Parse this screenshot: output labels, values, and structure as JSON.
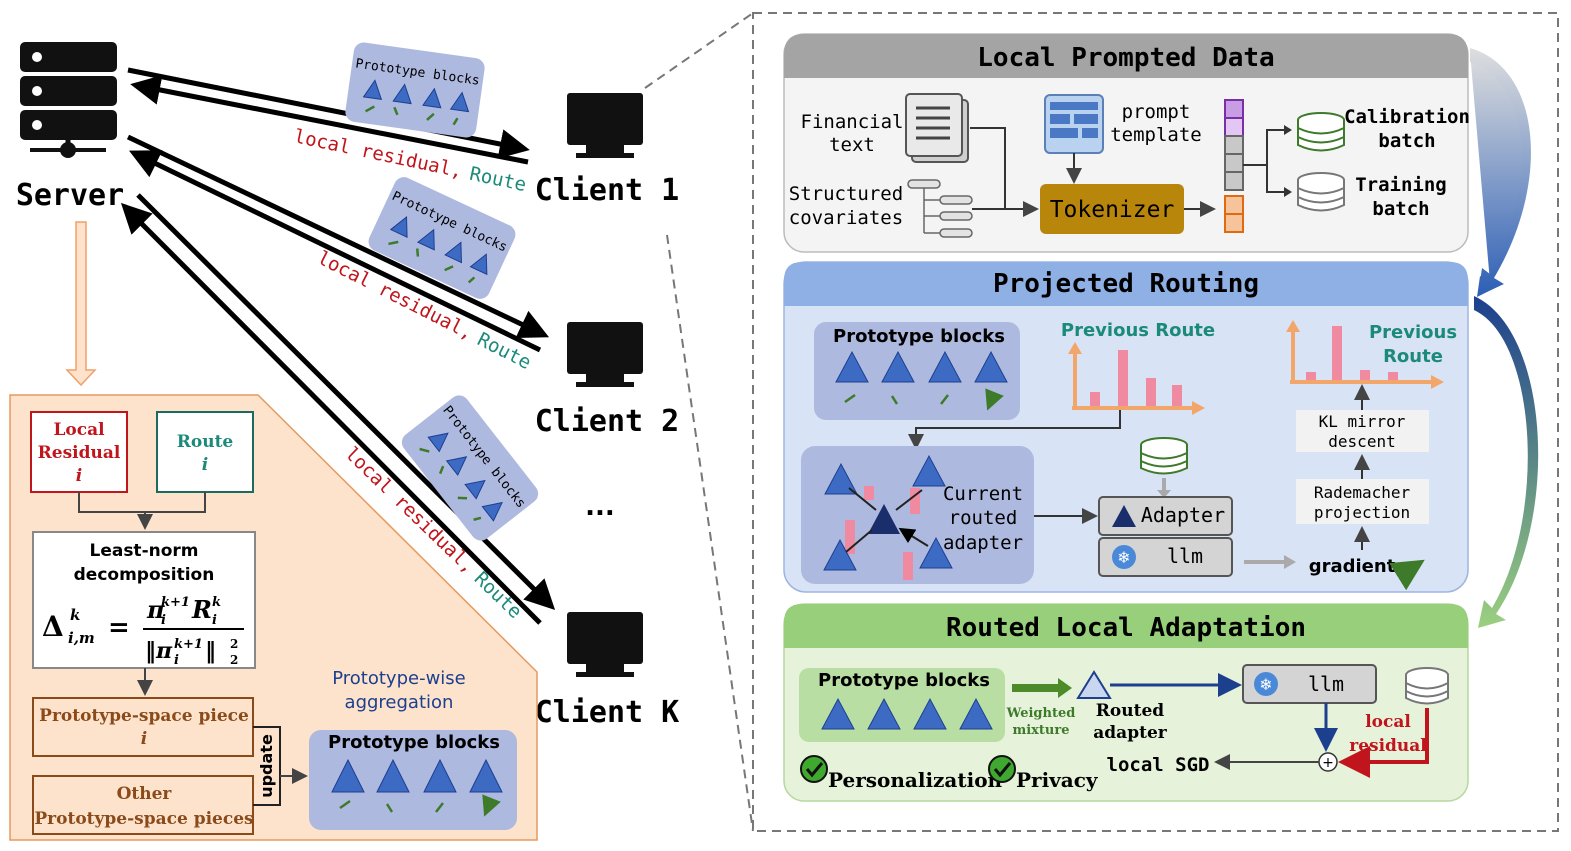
{
  "left": {
    "server_label": "Server",
    "clients": [
      "Client 1",
      "Client 2",
      "Client K"
    ],
    "ellipsis": "...",
    "packet_title": "Prototype blocks",
    "residual_text": "local residual",
    "route_text": "Route",
    "separator": ",",
    "local_residual_box": [
      "Local",
      "Residual",
      "i"
    ],
    "route_box": [
      "Route",
      "i"
    ],
    "decomp_title": [
      "Least-norm",
      "decomposition"
    ],
    "formula": {
      "lhs": "Δ",
      "sup": "k",
      "sub": "i,m",
      "num": "π",
      "num_sup": "k+1",
      "num_sub": "i",
      "R": "R",
      "R_sup": "k",
      "R_sub": "i",
      "den": "‖π",
      "den_sup": "k+1",
      "den_sub": "i",
      "den_tail": "‖",
      "den_exp": "2",
      "den_exp2": "2"
    },
    "proto_piece": [
      "Prototype-space piece",
      "i"
    ],
    "other_piece": [
      "Other",
      "Prototype-space pieces"
    ],
    "update": "update",
    "aggregation_title": [
      "Prototype-wise",
      "aggregation"
    ],
    "aggregation_block": "Prototype blocks"
  },
  "panel1": {
    "title": "Local Prompted Data",
    "financial": [
      "Financial",
      "text"
    ],
    "structured": [
      "Structured",
      "covariates"
    ],
    "prompt": [
      "prompt",
      "template"
    ],
    "tokenizer": "Tokenizer",
    "calibration": [
      "Calibration",
      "batch"
    ],
    "training": [
      "Training",
      "batch"
    ]
  },
  "panel2": {
    "title": "Projected Routing",
    "proto": "Prototype blocks",
    "prev_route": "Previous Route",
    "prev_route2": [
      "Previous",
      "Route"
    ],
    "current": [
      "Current",
      "routed",
      "adapter"
    ],
    "adapter": "Adapter",
    "llm": "llm",
    "kl": [
      "KL mirror",
      "descent"
    ],
    "rademacher": [
      "Rademacher",
      "projection"
    ],
    "gradient": "gradient"
  },
  "panel3": {
    "title": "Routed Local Adaptation",
    "proto": "Prototype blocks",
    "weighted": [
      "Weighted",
      "mixture"
    ],
    "routed": [
      "Routed",
      "adapter"
    ],
    "llm": "llm",
    "local_residual": [
      "local",
      "residual"
    ],
    "sgd": "local SGD",
    "personalization": "Personalization",
    "privacy": "Privacy"
  },
  "colors": {
    "red": "#c0151c",
    "teal": "#1b8a7a",
    "navy": "#1c3f8e",
    "tri": "#3d6bc4",
    "green_arrow": "#3d7a2a",
    "panel_gray": "#9e9e9e",
    "panel_blue": "#8fb0e4",
    "panel_green": "#97cf7a",
    "tokenizer": "#b8860b",
    "orange_bg": "#fde3cc"
  }
}
